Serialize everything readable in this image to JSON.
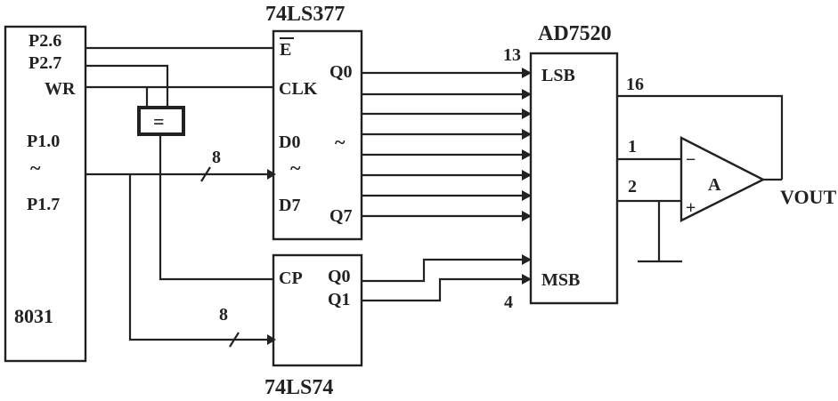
{
  "chips": {
    "mcu": {
      "name": "8031",
      "pins": {
        "p26": "P2.6",
        "p27": "P2.7",
        "wr": "WR",
        "p10": "P1.0",
        "range": "~",
        "p17": "P1.7"
      }
    },
    "latch": {
      "name": "74LS377",
      "pins": {
        "e": "E",
        "clk": "CLK",
        "d0": "D0",
        "range_d": "~",
        "d7": "D7",
        "q0": "Q0",
        "range_q": "~",
        "q7": "Q7"
      }
    },
    "flipflop": {
      "name": "74LS74",
      "pins": {
        "cp": "CP",
        "q0": "Q0",
        "q1": "Q1"
      }
    },
    "dac": {
      "name": "AD7520",
      "pins": {
        "lsb": "LSB",
        "msb": "MSB"
      },
      "pin_numbers": {
        "lsb": "13",
        "msb": "4",
        "out": "16",
        "in1": "1",
        "in2": "2"
      }
    },
    "opamp": {
      "name": "A",
      "minus": "−",
      "plus": "+"
    }
  },
  "buses": {
    "data_latch": "8",
    "data_ff": "8"
  },
  "gate_symbol": "=",
  "output_label": "VOUT"
}
